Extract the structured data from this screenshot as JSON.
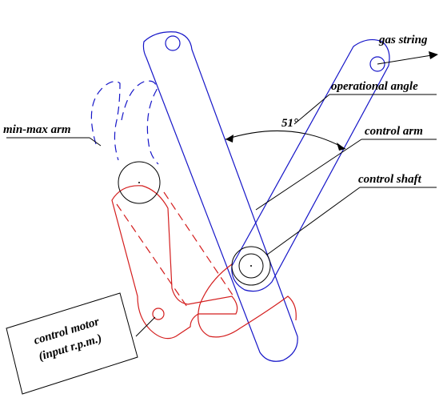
{
  "labels": {
    "gas_string": "gas string",
    "operational_angle": "operational angle",
    "min_max_arm": "min-max arm",
    "control_arm": "control arm",
    "control_shaft": "control shaft",
    "angle_value": "51°",
    "control_motor_line1": "control motor",
    "control_motor_line2": "(input r.p.m.)"
  },
  "colors": {
    "blue_arm": "#1515c8",
    "red_arm": "#d41e1e",
    "lines": "#000000"
  }
}
